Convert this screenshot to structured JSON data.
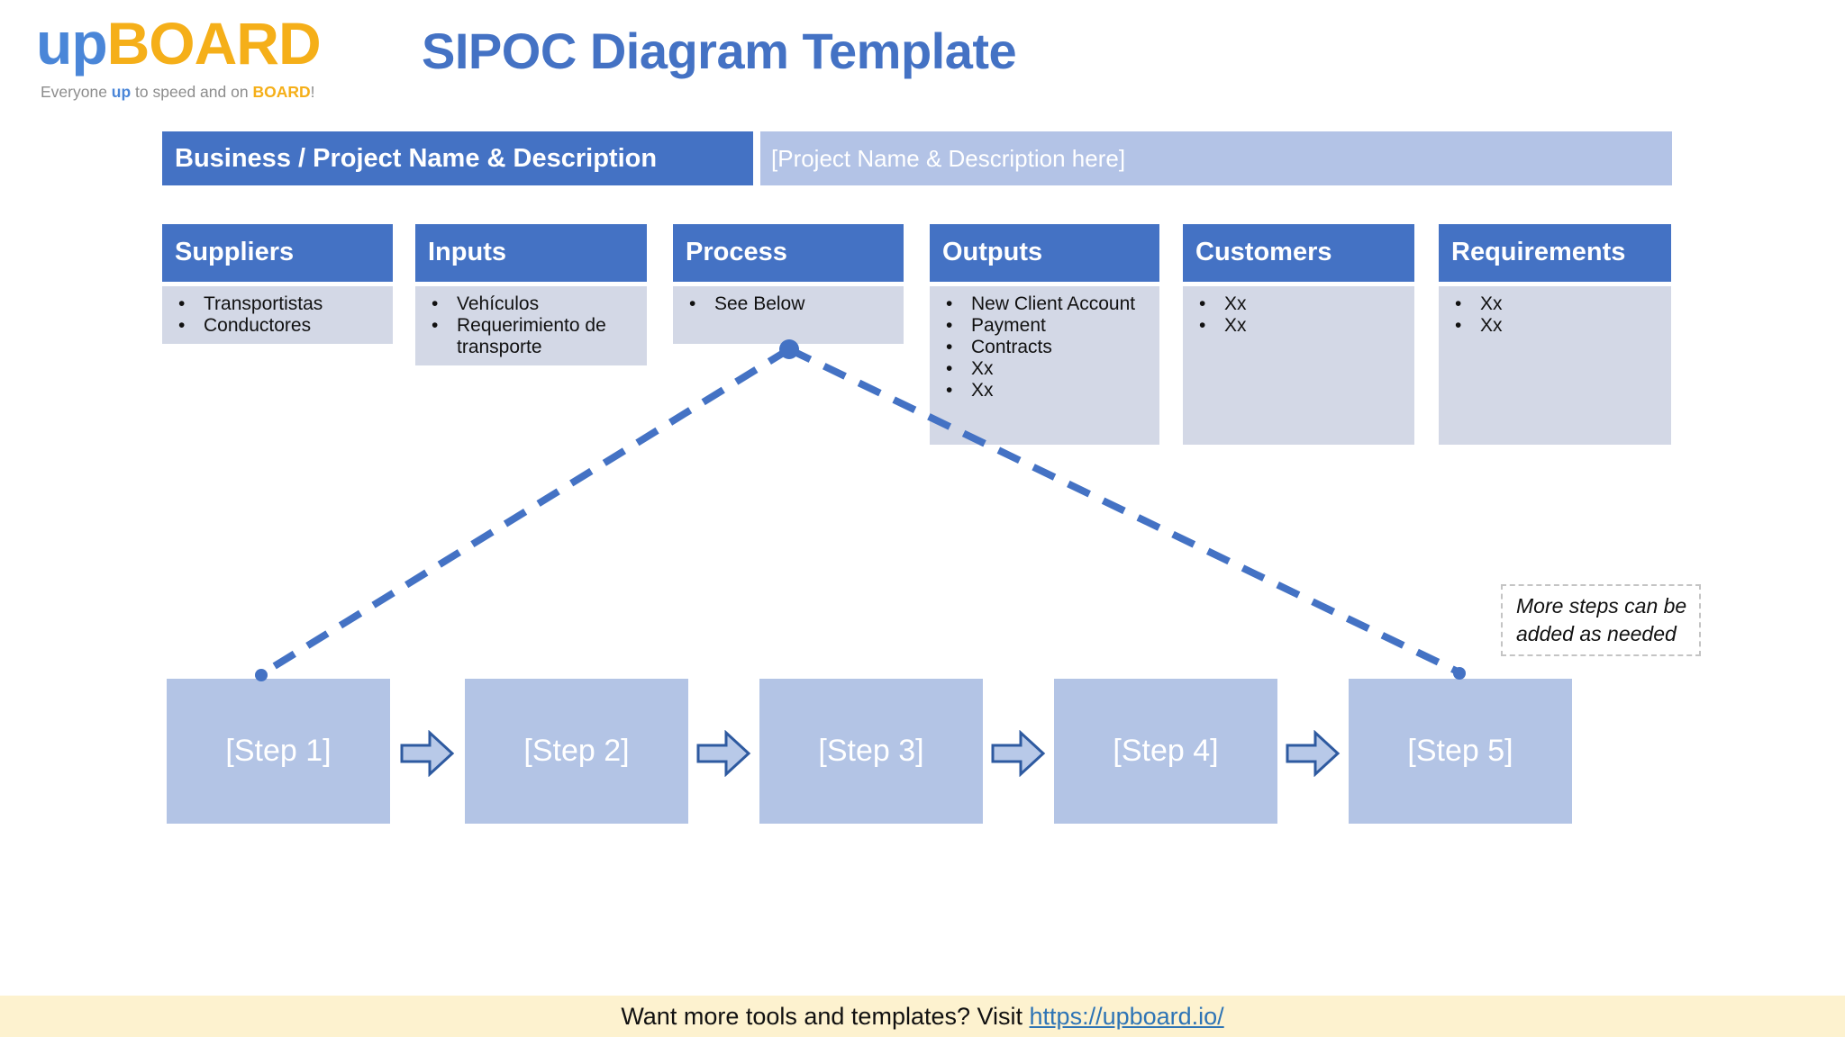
{
  "logo": {
    "name_part1": "up",
    "name_part2": "BOARD",
    "tagline": {
      "p1": "Everyone ",
      "p2": "up",
      "p3": " to speed and on ",
      "p4": "BOARD",
      "p5": "!"
    }
  },
  "title": "SIPOC Diagram Template",
  "project_bar": {
    "label": "Business / Project Name & Description",
    "value": "[Project Name & Description here]"
  },
  "columns": [
    {
      "header": "Suppliers",
      "items": [
        "Transportistas",
        "Conductores"
      ]
    },
    {
      "header": "Inputs",
      "items": [
        "Vehículos",
        "Requerimiento de transporte"
      ]
    },
    {
      "header": "Process",
      "items": [
        "See Below"
      ]
    },
    {
      "header": "Outputs",
      "items": [
        "New Client Account",
        "Payment",
        "Contracts",
        "Xx",
        "Xx"
      ]
    },
    {
      "header": "Customers",
      "items": [
        "Xx",
        "Xx"
      ]
    },
    {
      "header": "Requirements",
      "items": [
        "Xx",
        "Xx"
      ]
    }
  ],
  "process_flow": {
    "steps": [
      "[Step 1]",
      "[Step 2]",
      "[Step 3]",
      "[Step 4]",
      "[Step 5]"
    ],
    "note": "More steps can be added as needed"
  },
  "footer": {
    "text": "Want more tools and templates? Visit ",
    "link_text": "https://upboard.io/",
    "link_href": "https://upboard.io/"
  },
  "colors": {
    "header_blue": "#4472c4",
    "content_light_blue_gray": "#d3d8e6",
    "project_value_bg": "#b3c3e6",
    "step_box_blue": "#b3c4e5",
    "arrow_fill": "#b8c9e8",
    "arrow_border": "#2e5aa0",
    "dashed_connector": "#4472c4",
    "footer_yellow": "#fdf2cf",
    "link_blue": "#2e74b5",
    "logo_blue": "#4a86d8",
    "logo_gold": "#f5af19",
    "tagline_gray": "#8c8c8c"
  }
}
